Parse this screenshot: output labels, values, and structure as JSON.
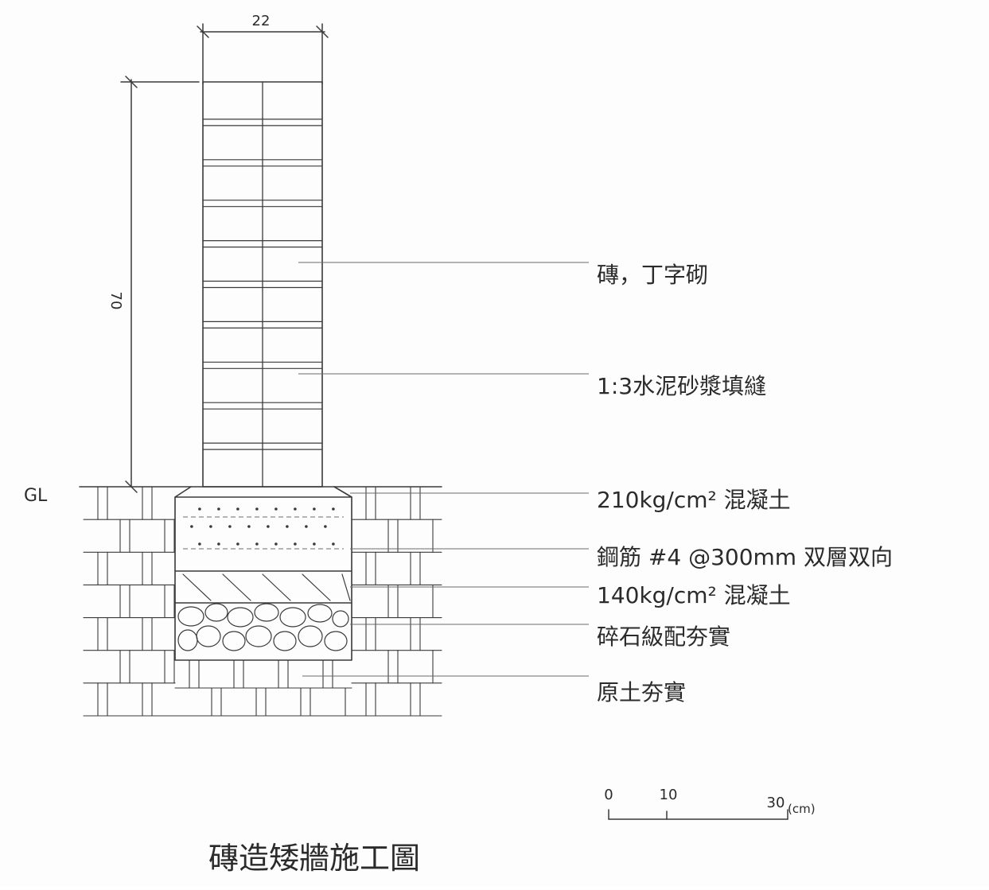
{
  "drawing": {
    "title": "磚造矮牆施工圖",
    "dimensions": {
      "width": "22",
      "height": "70"
    },
    "ground_label": "GL",
    "callouts": [
      "磚，丁字砌",
      "1:3水泥砂漿填縫",
      "210kg/cm² 混凝土",
      "鋼筋 #4 @300mm 双層双向",
      "140kg/cm² 混凝土",
      "碎石級配夯實",
      "原土夯實"
    ],
    "scale_bar": {
      "ticks": [
        "0",
        "10",
        "30"
      ],
      "unit": "(cm)"
    }
  },
  "colors": {
    "ink": "#3a3a3a",
    "paper": "#fdfdfd"
  }
}
